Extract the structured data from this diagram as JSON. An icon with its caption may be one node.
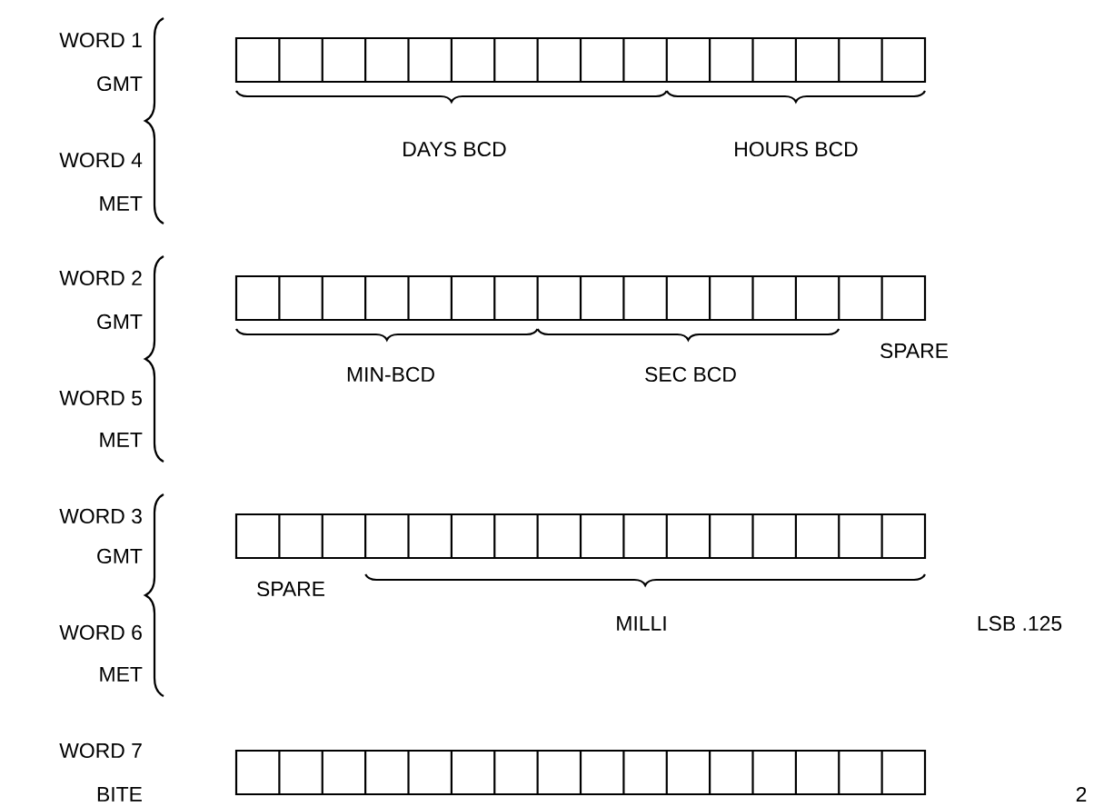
{
  "diagram": {
    "labels": [
      "WORD 1",
      "GMT",
      "DAYS BCD",
      "HOURS BCD",
      "WORD 4",
      "MET",
      "WORD 2",
      "GMT",
      "SPARE",
      "MIN-BCD",
      "SEC BCD",
      "WORD 5",
      "MET",
      "WORD 3",
      "GMT",
      "SPARE",
      "MILLI",
      "LSB .125",
      "WORD 6",
      "MET",
      "WORD 7",
      "BITE",
      "2"
    ]
  }
}
